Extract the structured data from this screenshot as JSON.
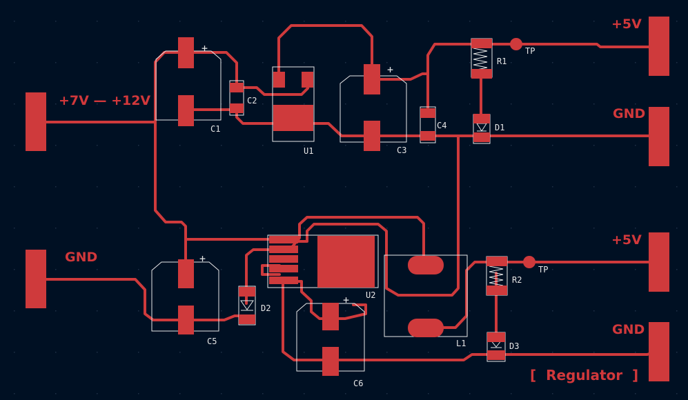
{
  "colors": {
    "background": "#001023",
    "copper": "#cf3a3c",
    "silkscreen": "#e8e8e8",
    "grid_dot": "#1f3147"
  },
  "net_labels": {
    "vin": "+7V — +12V",
    "gnd_in": "GND",
    "vout1": "+5V",
    "gnd_out1": "GND",
    "vout2": "+5V",
    "gnd_out2": "GND",
    "title": "[  Regulator  ]"
  },
  "refs": {
    "c1": "C1",
    "c2": "C2",
    "c3": "C3",
    "c4": "C4",
    "c5": "C5",
    "c6": "C6",
    "u1": "U1",
    "u2": "U2",
    "r1": "R1",
    "r2": "R2",
    "d1": "D1",
    "d2": "D2",
    "d3": "D3",
    "l1": "L1",
    "tp1": "TP",
    "tp2": "TP",
    "plus": "+"
  }
}
